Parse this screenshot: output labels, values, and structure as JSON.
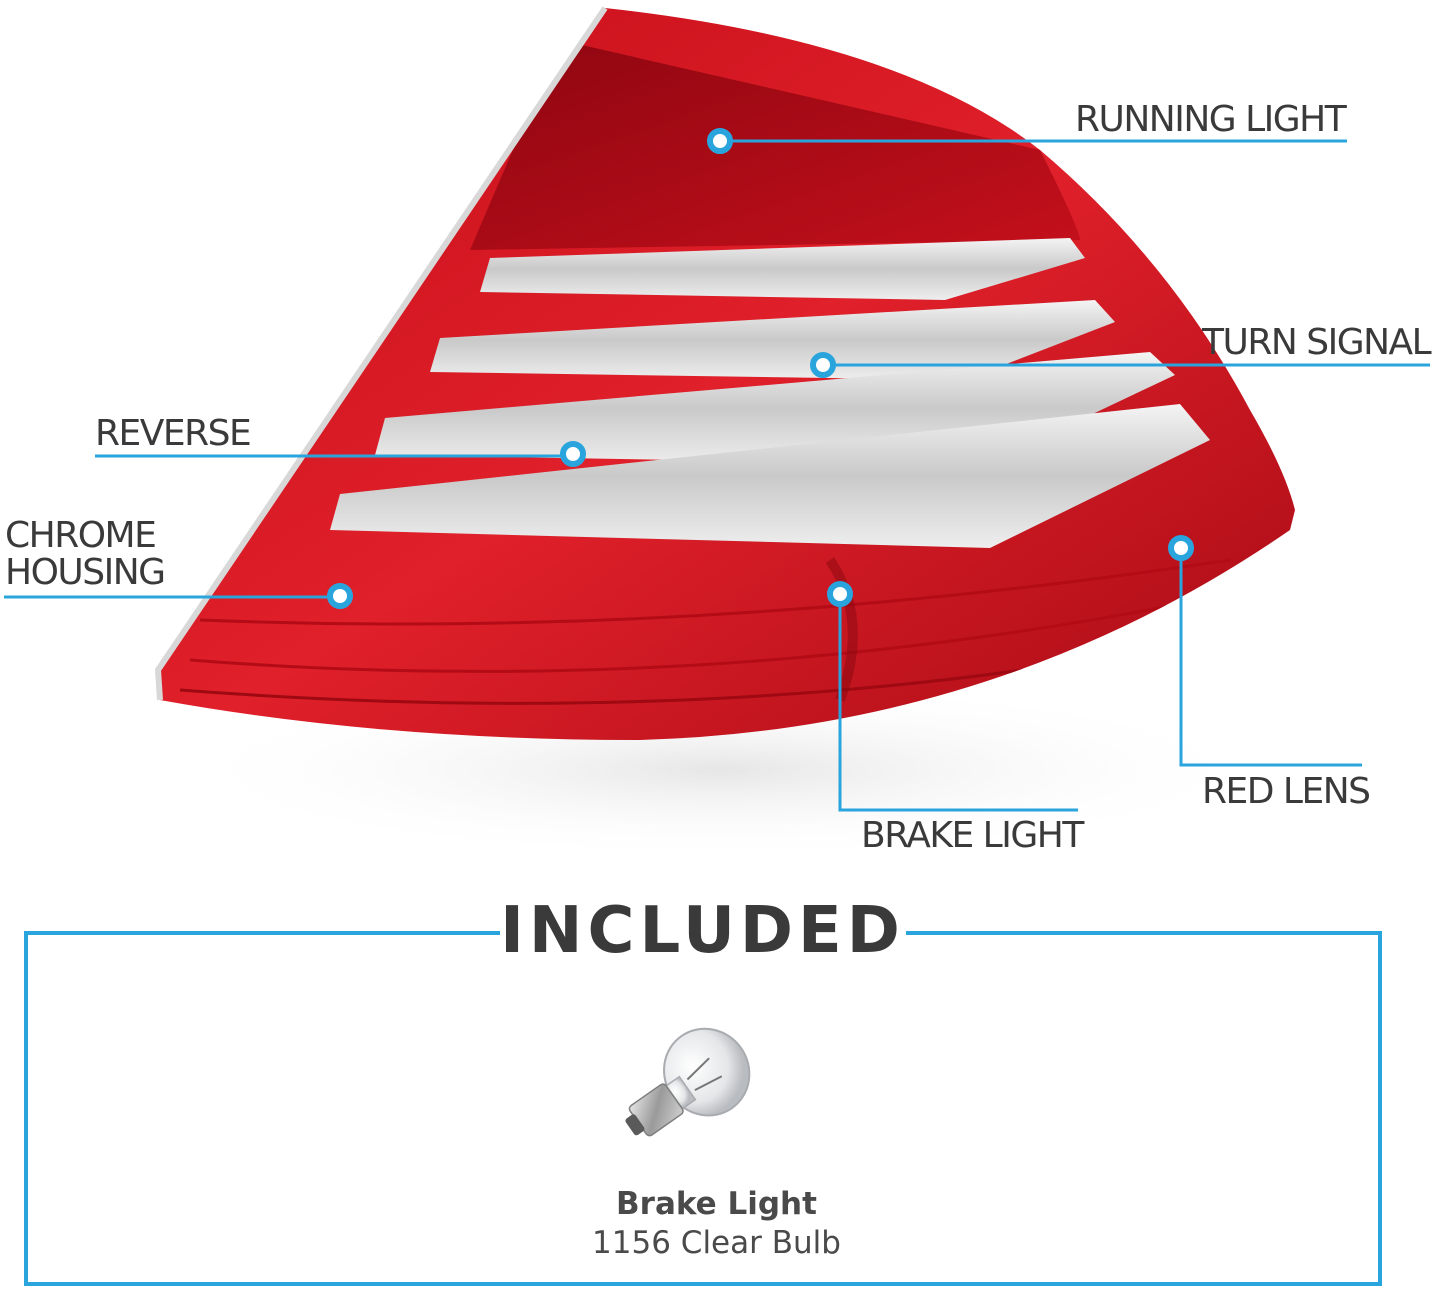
{
  "callouts": {
    "running_light": "RUNNING LIGHT",
    "turn_signal": "TURN SIGNAL",
    "reverse": "REVERSE",
    "chrome_housing_line1": "CHROME",
    "chrome_housing_line2": "HOUSING",
    "red_lens": "RED LENS",
    "brake_light": "BRAKE LIGHT"
  },
  "included": {
    "title": "INCLUDED",
    "item_name": "Brake Light",
    "item_description": "1156 Clear Bulb"
  },
  "colors": {
    "accent": "#2aa4dd",
    "lens_red": "#d10f1c",
    "text": "#3a3a3a"
  }
}
